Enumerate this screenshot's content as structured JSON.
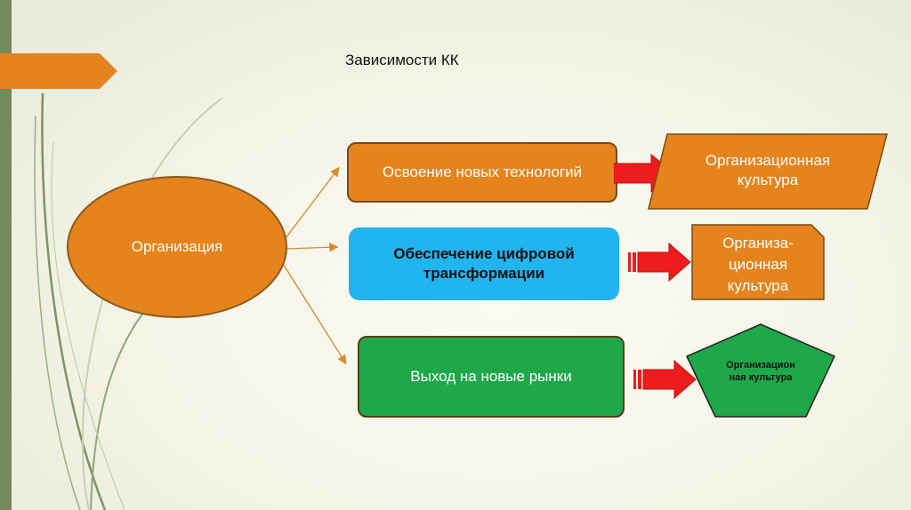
{
  "slide": {
    "title": "Зависимости КК"
  },
  "nodes": {
    "organization": "Организация",
    "tech": "Освоение новых технологий",
    "digital": "Обеспечение цифровой трансформации",
    "markets": "Выход на новые рынки"
  },
  "cultures": {
    "parallelogram": [
      "Организационная",
      "культура"
    ],
    "snip": [
      "Организа-",
      "ционная",
      "культура"
    ],
    "pentagon": [
      "Организацион",
      "ная культура"
    ]
  },
  "colors": {
    "orange": "#e5831d",
    "blue": "#21b4ee",
    "green": "#1fa84a",
    "arrow_red": "#ee1c1c",
    "sidebar_green": "#738a5c"
  }
}
